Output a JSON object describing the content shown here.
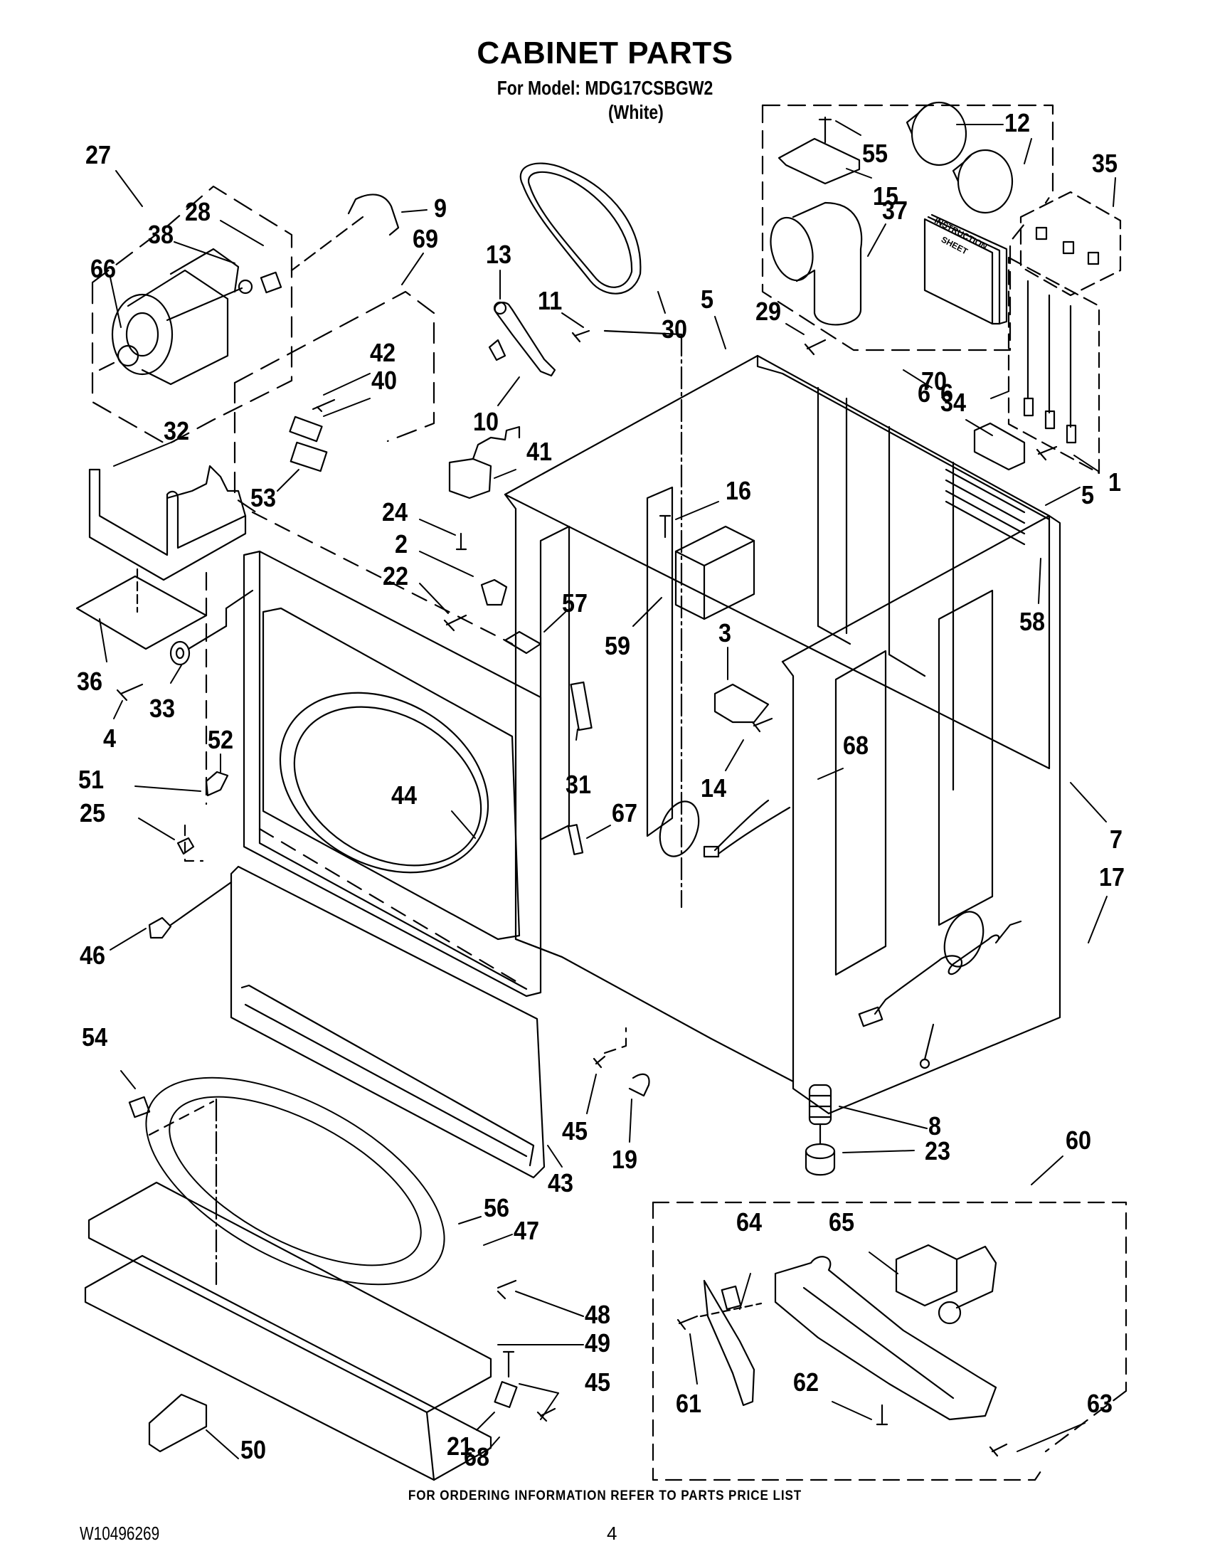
{
  "header": {
    "title": "CABINET PARTS",
    "model_line": "For Model: MDG17CSBGW2",
    "color_line": "(White)"
  },
  "instruction_sheet_text": [
    "INSTRUCTION",
    "SHEET"
  ],
  "part_labels": [
    {
      "id": "27"
    },
    {
      "id": "28"
    },
    {
      "id": "38"
    },
    {
      "id": "66"
    },
    {
      "id": "9"
    },
    {
      "id": "69"
    },
    {
      "id": "13"
    },
    {
      "id": "11"
    },
    {
      "id": "30"
    },
    {
      "id": "5"
    },
    {
      "id": "10"
    },
    {
      "id": "42"
    },
    {
      "id": "40"
    },
    {
      "id": "41"
    },
    {
      "id": "32"
    },
    {
      "id": "53"
    },
    {
      "id": "24"
    },
    {
      "id": "2"
    },
    {
      "id": "22"
    },
    {
      "id": "16"
    },
    {
      "id": "36"
    },
    {
      "id": "33"
    },
    {
      "id": "4"
    },
    {
      "id": "52"
    },
    {
      "id": "57"
    },
    {
      "id": "59"
    },
    {
      "id": "3"
    },
    {
      "id": "51"
    },
    {
      "id": "25"
    },
    {
      "id": "44"
    },
    {
      "id": "31"
    },
    {
      "id": "14"
    },
    {
      "id": "67"
    },
    {
      "id": "68"
    },
    {
      "id": "46"
    },
    {
      "id": "54"
    },
    {
      "id": "45"
    },
    {
      "id": "19"
    },
    {
      "id": "43"
    },
    {
      "id": "56"
    },
    {
      "id": "47"
    },
    {
      "id": "48"
    },
    {
      "id": "49"
    },
    {
      "id": "45"
    },
    {
      "id": "21"
    },
    {
      "id": "68"
    },
    {
      "id": "50"
    },
    {
      "id": "12"
    },
    {
      "id": "55"
    },
    {
      "id": "15"
    },
    {
      "id": "37"
    },
    {
      "id": "35"
    },
    {
      "id": "29"
    },
    {
      "id": "70"
    },
    {
      "id": "34"
    },
    {
      "id": "6"
    },
    {
      "id": "1"
    },
    {
      "id": "5"
    },
    {
      "id": "58"
    },
    {
      "id": "7"
    },
    {
      "id": "17"
    },
    {
      "id": "8"
    },
    {
      "id": "23"
    },
    {
      "id": "60"
    },
    {
      "id": "64"
    },
    {
      "id": "65"
    },
    {
      "id": "61"
    },
    {
      "id": "62"
    },
    {
      "id": "63"
    }
  ],
  "footer": {
    "ordering_note": "FOR ORDERING INFORMATION REFER TO PARTS PRICE LIST",
    "document_number": "W10496269",
    "page_number": "4"
  }
}
